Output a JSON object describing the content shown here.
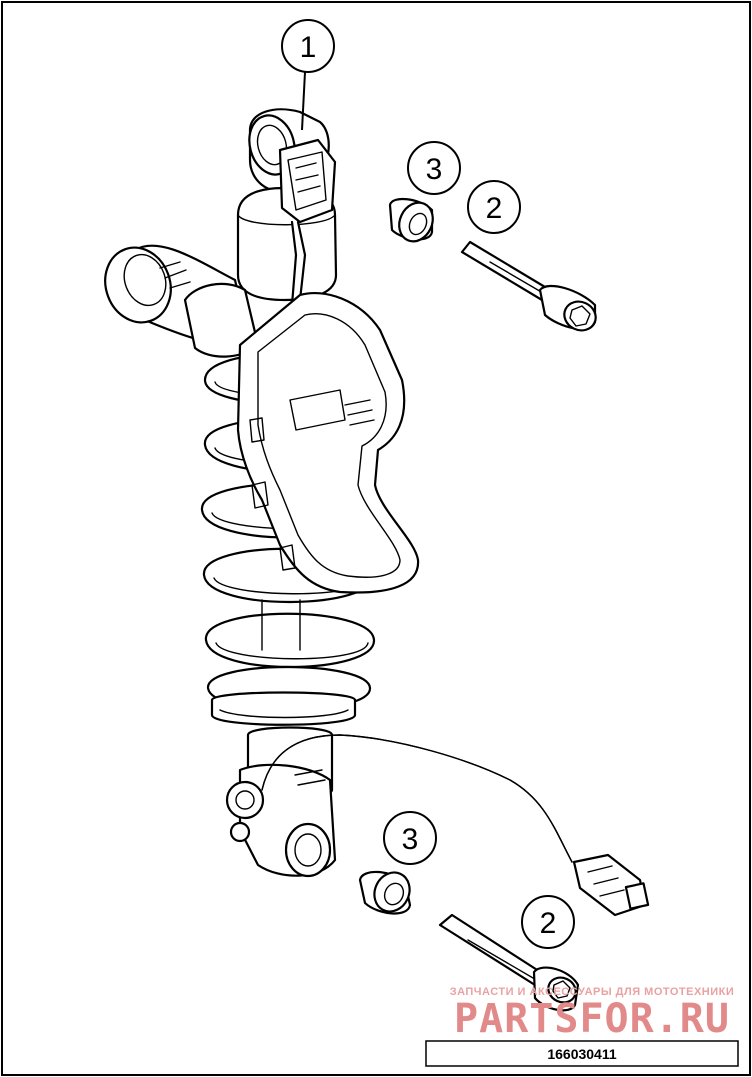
{
  "callouts": [
    {
      "id": "callout-1",
      "label": "1"
    },
    {
      "id": "callout-2-top",
      "label": "2"
    },
    {
      "id": "callout-3-top",
      "label": "3"
    },
    {
      "id": "callout-3-bottom",
      "label": "3"
    },
    {
      "id": "callout-2-bottom",
      "label": "2"
    }
  ],
  "watermark": {
    "tagline": "ЗАПЧАСТИ И АКСЕССУАРЫ ДЛЯ МОТОТЕХНИКИ",
    "brand": "PARTSFOR.RU"
  },
  "diagram_code": "166030411",
  "colors": {
    "line": "#000000",
    "watermark": "#e28a8a",
    "background": "#ffffff"
  }
}
